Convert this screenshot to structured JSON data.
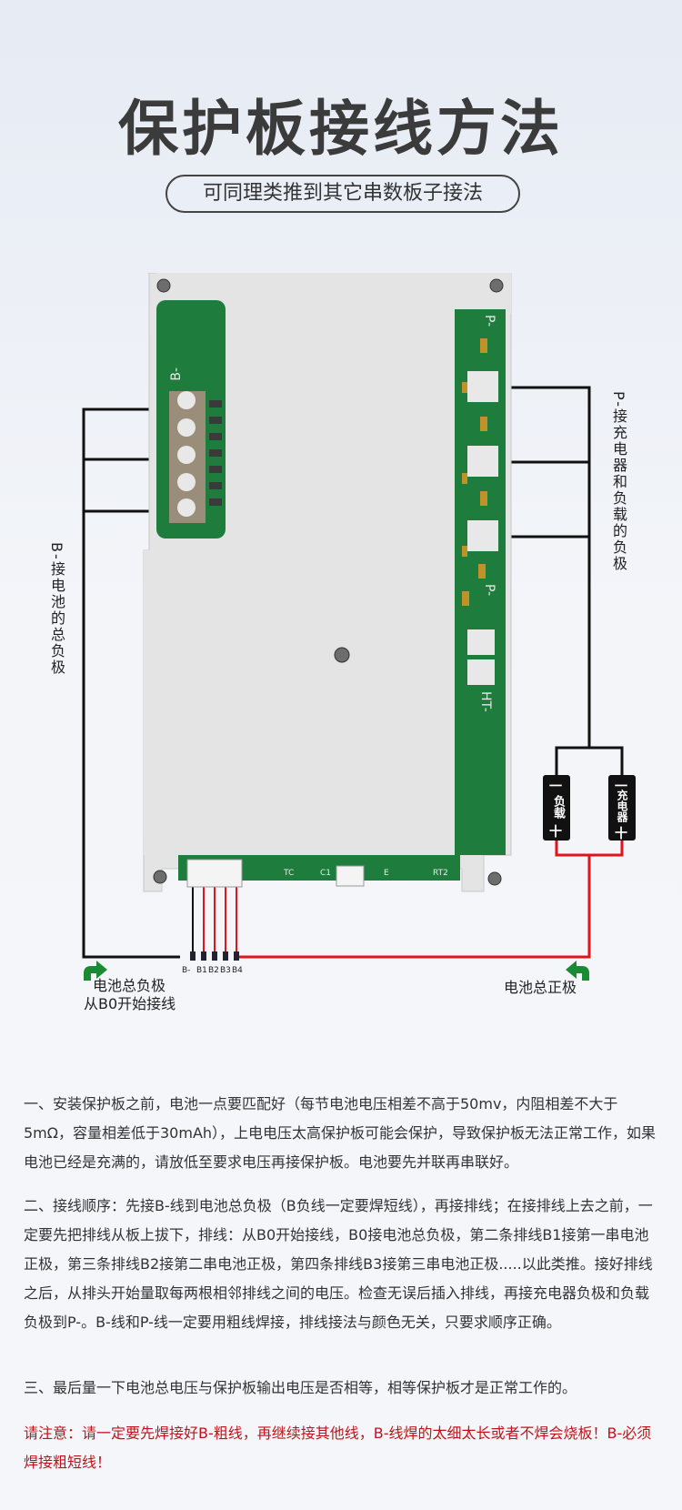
{
  "title": "保护板接线方法",
  "subtitle": "可同理类推到其它串数板子接法",
  "diagram": {
    "b_minus_label": "B-接电池的总负极",
    "p_minus_label": "P-接充电器和负载的负极",
    "board_b_minus": "B-",
    "board_p_minus_1": "P-",
    "board_p_minus_2": "P-",
    "board_ht": "HT-",
    "load": {
      "minus": "一",
      "name": "负载",
      "plus": "十"
    },
    "charger": {
      "minus": "一",
      "name": "充电器",
      "plus": "十"
    },
    "pins": [
      "B-",
      "B1",
      "B2",
      "B3",
      "B4"
    ],
    "battery_neg_label_1": "电池总负极",
    "battery_neg_label_2": "从B0开始接线",
    "battery_pos_label": "电池总正极",
    "connector_labels": [
      "TC",
      "C1",
      "E",
      "RT2"
    ],
    "colors": {
      "red_wire": "#e0141c",
      "black_wire": "#111111",
      "pcb_green": "#1e7d3c",
      "board_grey": "#e4e4e4"
    }
  },
  "instructions": {
    "p1": "一、安装保护板之前，电池一点要匹配好（每节电池电压相差不高于50mv，内阻相差不大于5mΩ，容量相差低于30mAh），上电电压太高保护板可能会保护，导致保护板无法正常工作，如果电池已经是充满的，请放低至要求电压再接保护板。电池要先并联再串联好。",
    "p2": "二、接线顺序：先接B-线到电池总负极（B负线一定要焊短线），再接排线；在接排线上去之前，一定要先把排线从板上拔下，排线：从B0开始接线，B0接电池总负极，第二条排线B1接第一串电池正极，第三条排线B2接第二串电池正极，第四条排线B3接第三串电池正极.....以此类推。接好排线之后，从排头开始量取每两根相邻排线之间的电压。检查无误后插入排线，再接充电器负极和负载负极到P-。B-线和P-线一定要用粗线焊接，排线接法与颜色无关，只要求顺序正确。",
    "p3": "三、最后量一下电池总电压与保护板输出电压是否相等，相等保护板才是正常工作的。",
    "note": "请注意：请一定要先焊接好B-粗线，再继续接其他线，B-线焊的太细太长或者不焊会烧板！B-必须焊接粗短线！"
  }
}
